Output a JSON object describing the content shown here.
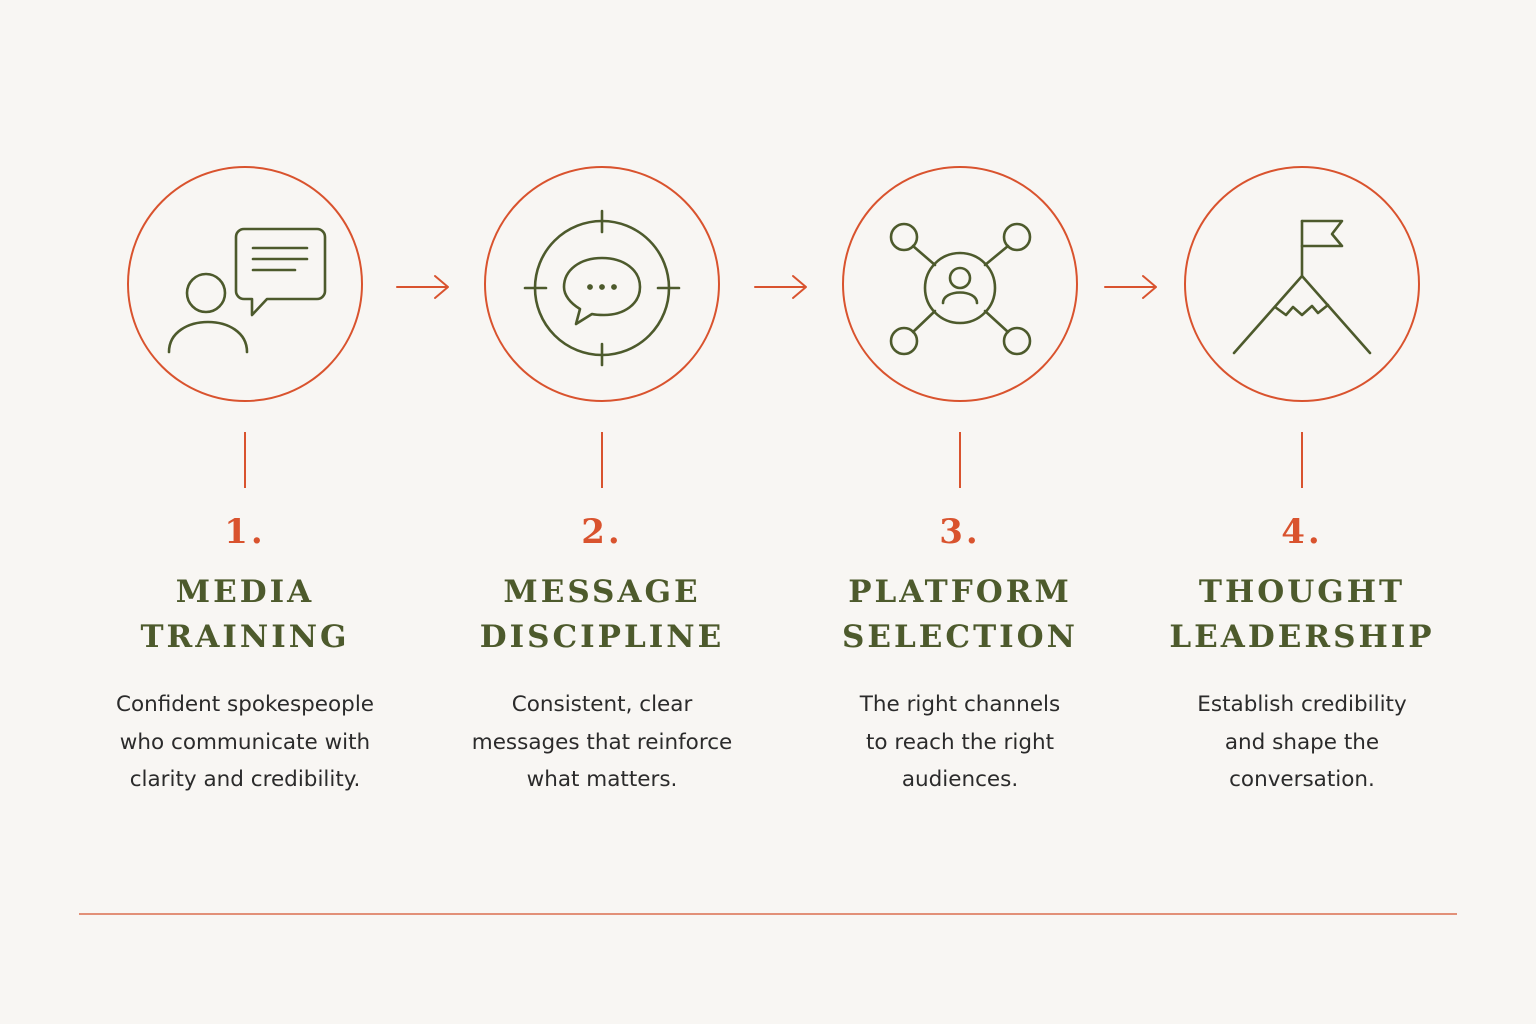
{
  "colors": {
    "accent": "#d9532e",
    "olive": "#4d5a2c",
    "text": "#2b2b2b",
    "background": "#f8f6f3"
  },
  "steps": [
    {
      "number": "1.",
      "title_lines": [
        "MEDIA",
        "TRAINING"
      ],
      "desc_lines": [
        "Confident spokespeople",
        "who communicate with",
        "clarity and credibility."
      ],
      "icon": "person-speech-bubble-icon"
    },
    {
      "number": "2.",
      "title_lines": [
        "MESSAGE",
        "DISCIPLINE"
      ],
      "desc_lines": [
        "Consistent, clear",
        "messages that reinforce",
        "what matters."
      ],
      "icon": "target-chat-icon"
    },
    {
      "number": "3.",
      "title_lines": [
        "PLATFORM",
        "SELECTION"
      ],
      "desc_lines": [
        "The right channels",
        "to reach the right",
        "audiences."
      ],
      "icon": "network-person-icon"
    },
    {
      "number": "4.",
      "title_lines": [
        "THOUGHT",
        "LEADERSHIP"
      ],
      "desc_lines": [
        "Establish credibility",
        "and shape the",
        "conversation."
      ],
      "icon": "mountain-flag-icon"
    }
  ]
}
